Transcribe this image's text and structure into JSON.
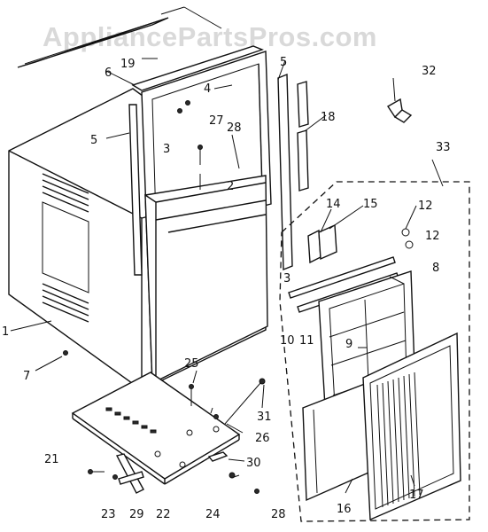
{
  "watermark": "AppliancePartsPros.com",
  "labels": {
    "l1": "1",
    "l2": "2",
    "l3a": "3",
    "l3b": "3",
    "l4": "4",
    "l5a": "5",
    "l5b": "5",
    "l6": "6",
    "l7": "7",
    "l8": "8",
    "l9": "9",
    "l10": "10",
    "l11": "11",
    "l12a": "12",
    "l12b": "12",
    "l14": "14",
    "l15": "15",
    "l16": "16",
    "l17": "17",
    "l18": "18",
    "l19": "19",
    "l21": "21",
    "l22": "22",
    "l23": "23",
    "l24": "24",
    "l25": "25",
    "l26": "26",
    "l27": "27",
    "l28a": "28",
    "l28b": "28",
    "l29": "29",
    "l30": "30",
    "l31": "31",
    "l32": "32",
    "l33": "33"
  }
}
